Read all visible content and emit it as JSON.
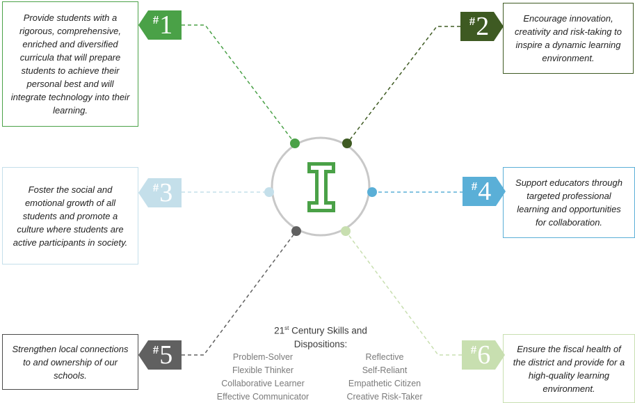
{
  "goals": [
    {
      "number": "1",
      "hash": "#",
      "text": "Provide students with a rigorous, comprehensive, enriched and diversified curricula that will prepare students to achieve their personal best and will integrate technology into their learning.",
      "color": "#4aa147"
    },
    {
      "number": "2",
      "hash": "#",
      "text": "Encourage innovation, creativity and risk-taking to inspire a dynamic learning environment.",
      "color": "#3e5a22"
    },
    {
      "number": "3",
      "hash": "#",
      "text": "Foster the social and emotional growth of all students and promote a culture where students are active participants in society.",
      "color": "#c4dfea"
    },
    {
      "number": "4",
      "hash": "#",
      "text": "Support educators through targeted professional learning and opportunities for collaboration.",
      "color": "#5aafd7"
    },
    {
      "number": "5",
      "hash": "#",
      "text": "Strengthen local connections to and ownership of our schools.",
      "color": "#606060"
    },
    {
      "number": "6",
      "hash": "#",
      "text": "Ensure the fiscal health of the district and provide for a high-quality learning environment.",
      "color": "#c8dfb0"
    }
  ],
  "center": {
    "logo_letter": "I",
    "logo_color": "#4aa147",
    "ring_color": "#c8c8c8"
  },
  "skills": {
    "title_prefix": "21",
    "title_sup": "st",
    "title_suffix": " Century Skills and Dispositions:",
    "left": [
      "Problem-Solver",
      "Flexible Thinker",
      "Collaborative Learner",
      "Effective Communicator"
    ],
    "right": [
      "Reflective",
      "Self-Reliant",
      "Empathetic Citizen",
      "Creative Risk-Taker"
    ]
  }
}
